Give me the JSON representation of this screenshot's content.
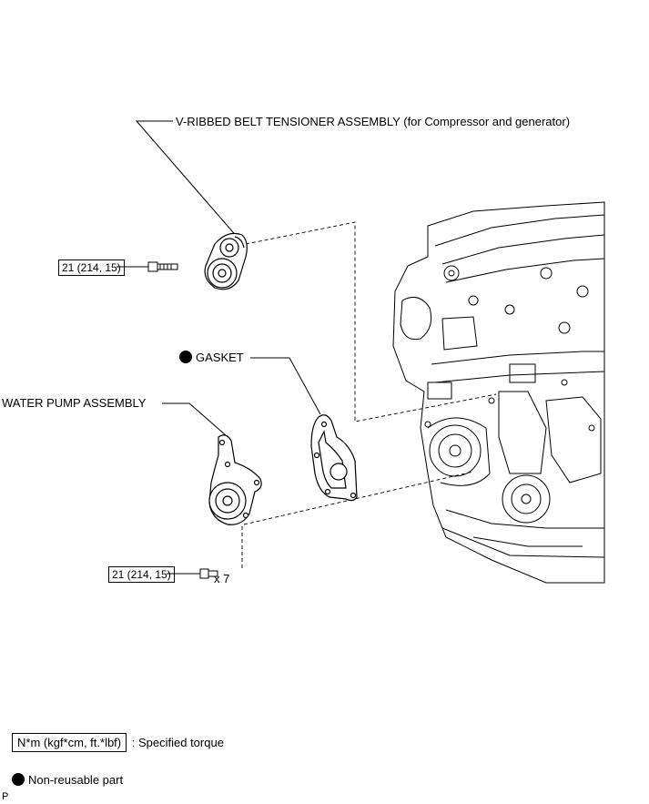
{
  "labels": {
    "tensioner": "V-RIBBED BELT TENSIONER ASSEMBLY",
    "tensioner_note": "(for Compressor and generator)",
    "gasket": "GASKET",
    "water_pump": "WATER PUMP ASSEMBLY",
    "torque_tensioner": "21 (214, 15)",
    "torque_pump": "21 (214, 15)",
    "bolt_count": "x 7"
  },
  "legend": {
    "torque_units": "N*m (kgf*cm, ft.*lbf)",
    "torque_desc": ": Specified torque",
    "nonreusable": "Non-reusable part"
  },
  "corner_mark": "P"
}
